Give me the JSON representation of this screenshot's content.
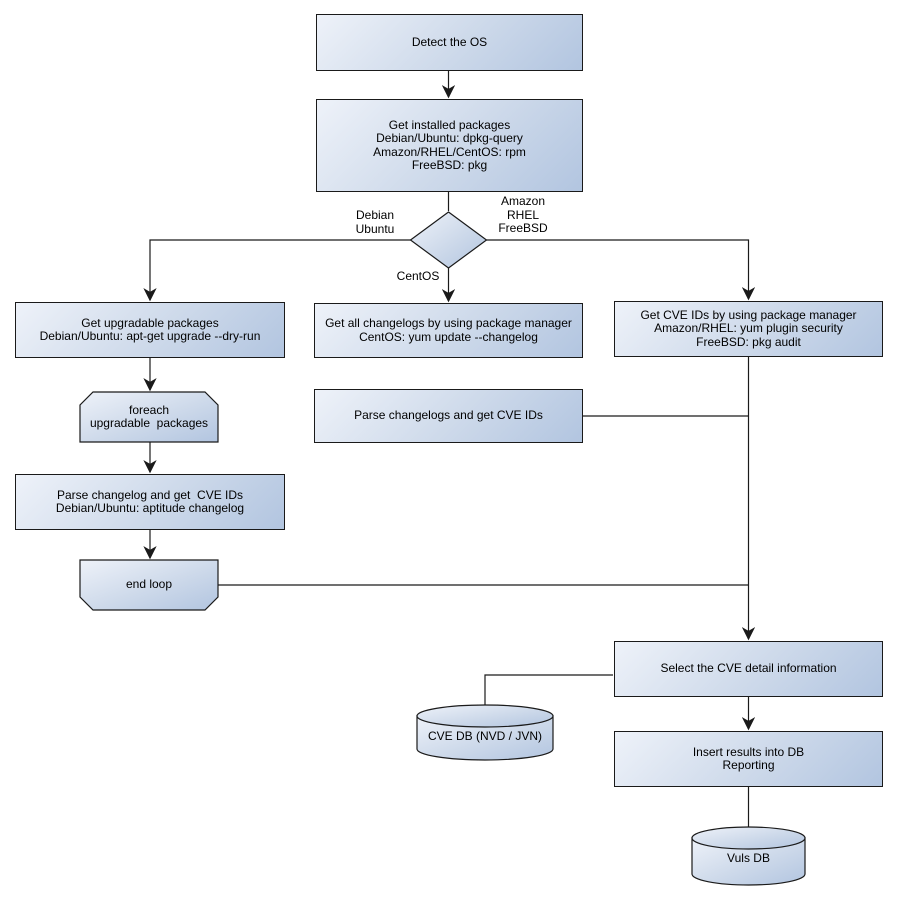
{
  "diagram": {
    "title_hint": "OS package vulnerability scan flowchart",
    "colors": {
      "background": "#ffffff",
      "node_fill_light": "#eef2f9",
      "node_fill_dark": "#b2c5e0",
      "node_border": "#1a1a1a",
      "connector_line": "#1a1a1a",
      "text": "#000000"
    },
    "nodes": {
      "detect_os": {
        "type": "process",
        "label": "Detect the OS"
      },
      "get_installed_packages": {
        "type": "process",
        "label": "Get installed packages\nDebian/Ubuntu: dpkg-query\nAmazon/RHEL/CentOS: rpm\nFreeBSD: pkg"
      },
      "os_decision": {
        "type": "decision",
        "label": ""
      },
      "get_upgradable_packages": {
        "type": "process",
        "label": "Get upgradable packages\nDebian/Ubuntu: apt-get upgrade --dry-run"
      },
      "foreach_loop": {
        "type": "loop-start",
        "label": "foreach\nupgradable  packages"
      },
      "parse_changelog": {
        "type": "process",
        "label": "Parse changelog and get  CVE IDs\nDebian/Ubuntu: aptitude changelog"
      },
      "end_loop": {
        "type": "loop-end",
        "label": "end loop"
      },
      "get_all_changelogs": {
        "type": "process",
        "label": "Get all changelogs by using package manager\nCentOS: yum update --changelog"
      },
      "parse_changelogs": {
        "type": "process",
        "label": "Parse changelogs and get CVE IDs"
      },
      "get_cve_ids": {
        "type": "process",
        "label": "Get CVE IDs by using package manager\nAmazon/RHEL: yum plugin security\nFreeBSD: pkg audit"
      },
      "select_cve_detail": {
        "type": "process",
        "label": "Select the CVE detail information"
      },
      "insert_results": {
        "type": "process",
        "label": "Insert results into DB\nReporting"
      },
      "cve_db": {
        "type": "database",
        "label": "CVE DB (NVD / JVN)"
      },
      "vuls_db": {
        "type": "database",
        "label": "Vuls DB"
      }
    },
    "edge_labels": {
      "debian_ubuntu": "Debian\nUbuntu",
      "amazon_rhel_freebsd": "Amazon\nRHEL\nFreeBSD",
      "centos": "CentOS"
    }
  }
}
